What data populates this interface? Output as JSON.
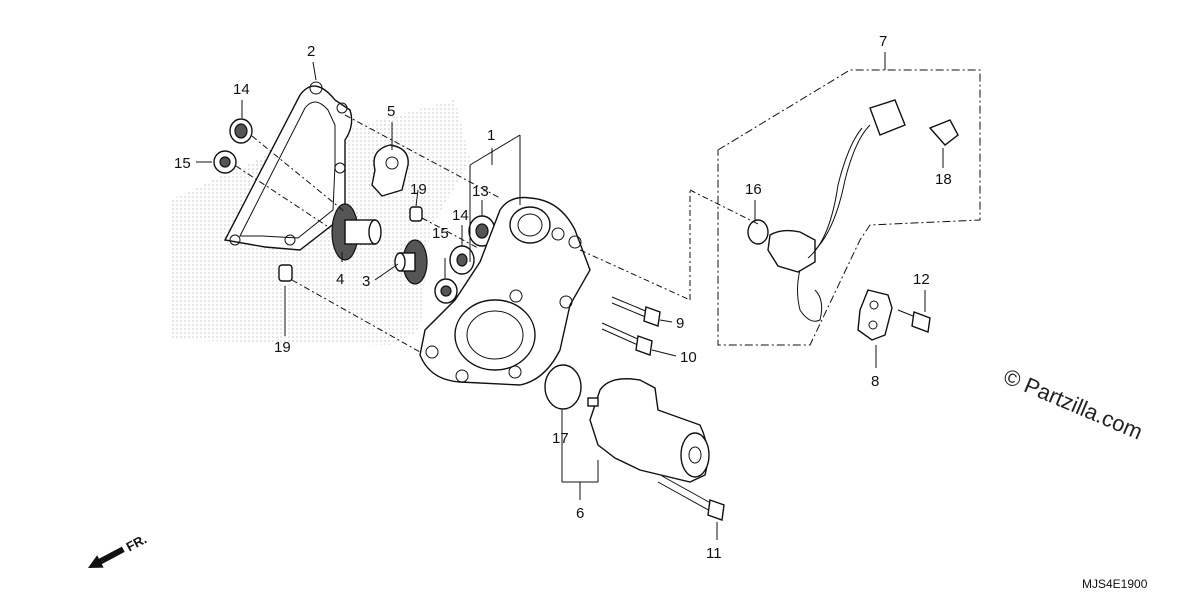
{
  "callouts": {
    "c1": "1",
    "c2": "2",
    "c3": "3",
    "c4": "4",
    "c5": "5",
    "c6": "6",
    "c7": "7",
    "c8": "8",
    "c9": "9",
    "c10": "10",
    "c11": "11",
    "c12": "12",
    "c13": "13",
    "c14a": "14",
    "c14b": "14",
    "c15a": "15",
    "c15b": "15",
    "c16": "16",
    "c17": "17",
    "c18": "18",
    "c19a": "19",
    "c19b": "19"
  },
  "watermark": "© Partzilla.com",
  "diagram_code": "MJS4E1900",
  "front_marker": "FR."
}
